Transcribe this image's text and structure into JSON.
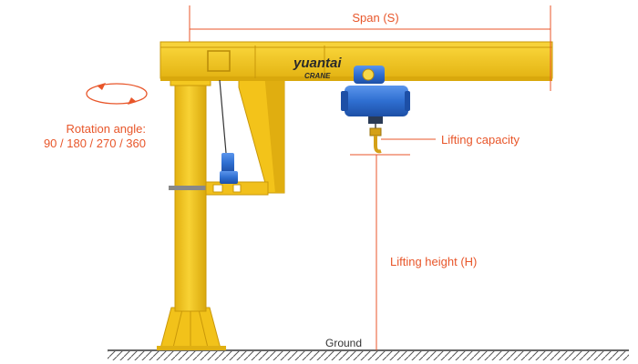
{
  "labels": {
    "span": "Span (S)",
    "rotation_line1": "Rotation angle:",
    "rotation_line2": "90 / 180 / 270 / 360",
    "lifting_capacity": "Lifting capacity",
    "lifting_height": "Lifting height (H)",
    "ground": "Ground"
  },
  "brand": {
    "name": "yuantai",
    "sub": "CRANE"
  },
  "colors": {
    "crane_yellow": "#f5c518",
    "crane_yellow_dark": "#d9a80c",
    "hoist_blue": "#2f6fd1",
    "annotation_orange": "#e8562a",
    "hook_gold": "#d4a017"
  }
}
